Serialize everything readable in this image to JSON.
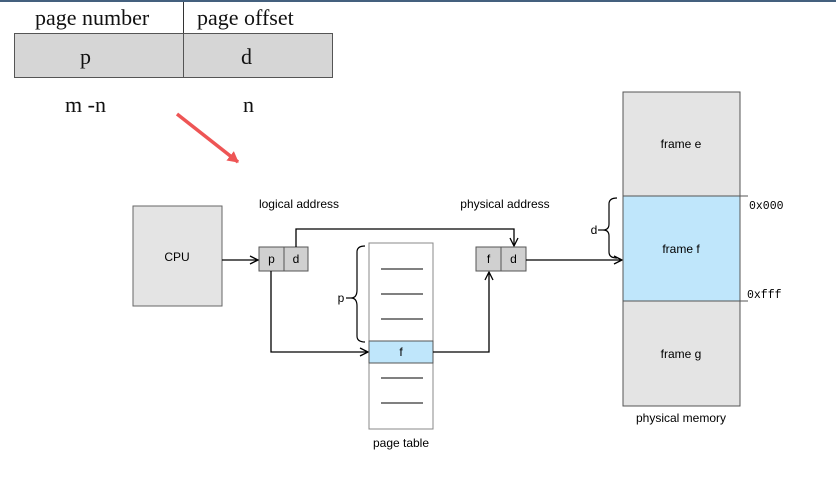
{
  "address_format": {
    "header": [
      "page number",
      "page offset"
    ],
    "fields": [
      "p",
      "d"
    ],
    "widths": [
      "m -n",
      "n"
    ]
  },
  "diagram": {
    "cpu": "CPU",
    "logical_address_label": "logical address",
    "logical_fields": [
      "p",
      "d"
    ],
    "physical_address_label": "physical address",
    "physical_fields": [
      "f",
      "d"
    ],
    "page_table_label": "page table",
    "page_table_entry": "f",
    "p_brace_label": "p",
    "d_brace_label": "d",
    "frames": [
      "frame e",
      "frame f",
      "frame g"
    ],
    "addr_start": "0x000",
    "addr_end": "0xfff",
    "memory_label": "physical memory"
  },
  "colors": {
    "highlight": "#bfe6fb",
    "box_gray": "#e4e4e4",
    "field_gray": "#d0d0d0",
    "arrow_red": "#ee5555"
  }
}
